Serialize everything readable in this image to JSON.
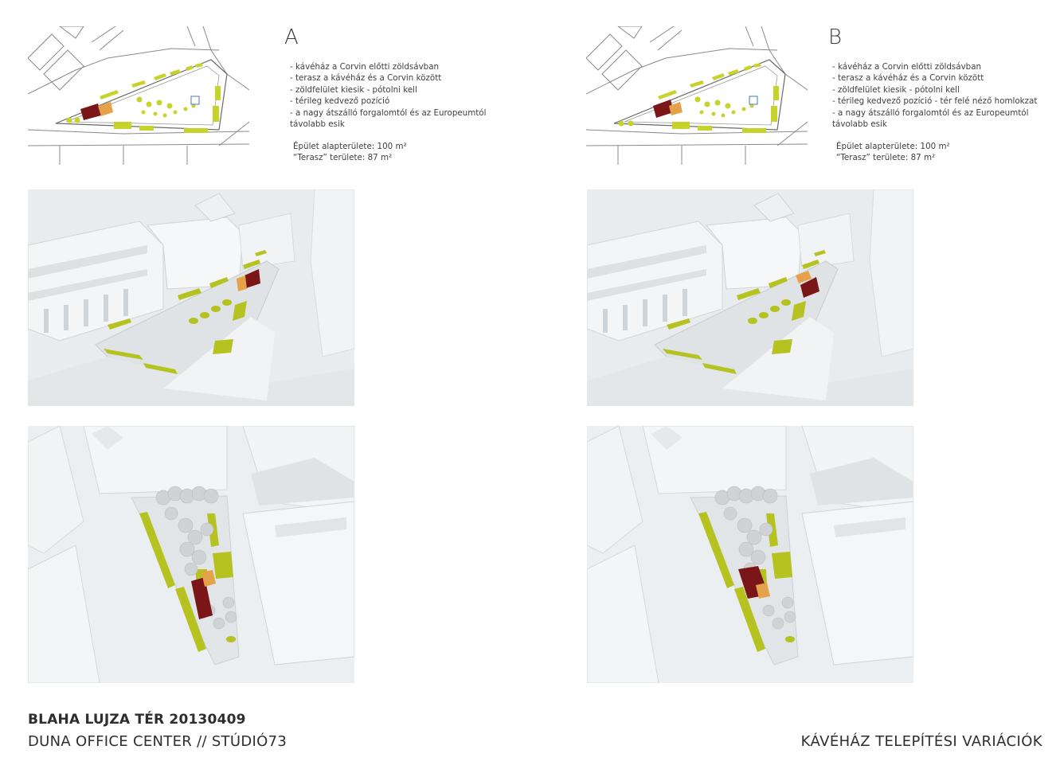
{
  "variants": [
    {
      "letter": "A",
      "bullets": [
        "- kávéház a Corvin előtti zöldsávban",
        "- terasz a kávéház és a Corvin között",
        "- zöldfelület kiesik - pótolni kell",
        "- térileg kedvező pozíció",
        "- a nagy átszálló forgalomtól és az Europeumtól",
        "távolabb esik"
      ],
      "footprint": "Épület alapterülete: 100 m²",
      "terrace": "“Terasz” területe: 87 m²"
    },
    {
      "letter": "B",
      "bullets": [
        "- kávéház a Corvin előtti zöldsávban",
        "- terasz a kávéház és a Corvin között",
        "- zöldfelület kiesik - pótolni kell",
        "- térileg kedvező pozíció - tér felé néző homlokzat",
        "- a nagy átszálló forgalomtól és az Europeumtól",
        "távolabb esik"
      ],
      "footprint": "Épület alapterülete: 100 m²",
      "terrace": "“Terasz” területe: 87 m²"
    }
  ],
  "footer": {
    "title": "BLAHA LUJZA TÉR 20130409",
    "subtitle": "DUNA OFFICE CENTER // STÚDIÓ73",
    "right": "KÁVÉHÁZ TELEPÍTÉSI VARIÁCIÓK"
  },
  "colors": {
    "green": "#b5c21f",
    "cafe": "#7a1518",
    "terrace": "#e6a24a",
    "building": "#f3f4f5"
  }
}
